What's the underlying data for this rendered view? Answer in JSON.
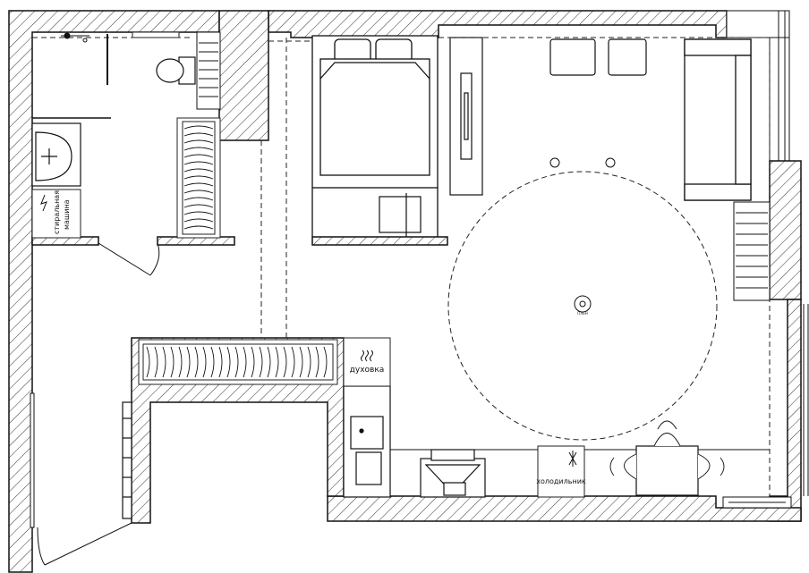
{
  "labels": {
    "oven": "духовка",
    "fridge": "холодильник",
    "washer_line1": "стиральная",
    "washer_line2": "машина",
    "ceiling_light": "ПЛЕН"
  },
  "colors": {
    "ink": "#111111",
    "paper": "#ffffff"
  },
  "icons": {
    "oven": "heat-waves-icon",
    "fridge": "snowflake-icon",
    "washer": "lightning-icon"
  }
}
